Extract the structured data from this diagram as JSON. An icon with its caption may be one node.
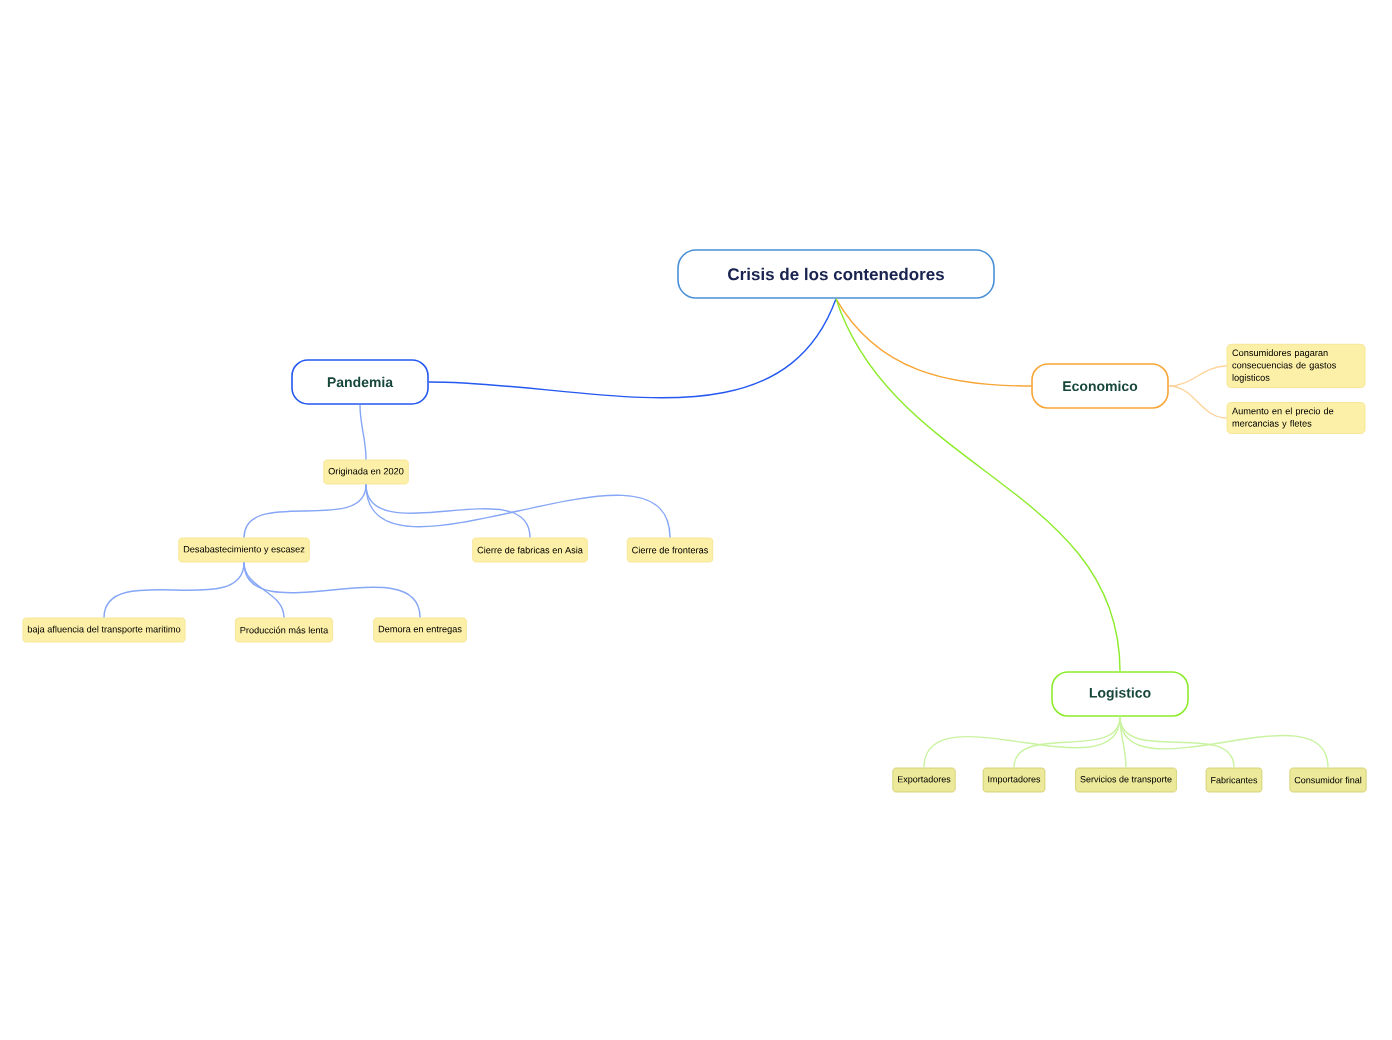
{
  "diagram": {
    "nodes": [
      {
        "text": [
          "Crisis de los contenedores"
        ]
      },
      {
        "text": [
          "Pandemia"
        ]
      },
      {
        "text": [
          "Economico"
        ]
      },
      {
        "text": [
          "Logistico"
        ]
      },
      {
        "text": [
          "Originada en 2020"
        ]
      },
      {
        "text": [
          "Desabastecimiento y escasez"
        ]
      },
      {
        "text": [
          "Cierre de fabricas en Asia"
        ]
      },
      {
        "text": [
          "Cierre de fronteras"
        ]
      },
      {
        "text": [
          "baja afluencia del transporte maritimo"
        ]
      },
      {
        "text": [
          "Producción más lenta"
        ]
      },
      {
        "text": [
          "Demora en entregas"
        ]
      },
      {
        "text": [
          "Consumidores pagaran consecuencias de gastos logisticos"
        ]
      },
      {
        "text": [
          "Aumento en el precio de mercancias y fletes"
        ]
      },
      {
        "text": [
          "Exportadores"
        ]
      },
      {
        "text": [
          "Importadores"
        ]
      },
      {
        "text": [
          "Servicios de transporte"
        ]
      },
      {
        "text": [
          "Fabricantes"
        ]
      },
      {
        "text": [
          "Consumidor final"
        ]
      }
    ],
    "edges": [
      {
        "from": 0,
        "to": 1,
        "arrow": "none",
        "color": "#2458f0"
      },
      {
        "from": 0,
        "to": 2,
        "arrow": "none",
        "color": "#f7a535"
      },
      {
        "from": 0,
        "to": 3,
        "arrow": "none",
        "color": "#8cec2a"
      },
      {
        "from": 1,
        "to": 4,
        "arrow": "none",
        "color": "#86a6f6"
      },
      {
        "from": 4,
        "to": 5,
        "arrow": "none",
        "color": "#86a6f6"
      },
      {
        "from": 4,
        "to": 6,
        "arrow": "none",
        "color": "#86a6f6"
      },
      {
        "from": 4,
        "to": 7,
        "arrow": "none",
        "color": "#86a6f6"
      },
      {
        "from": 5,
        "to": 8,
        "arrow": "none",
        "color": "#86a6f6"
      },
      {
        "from": 5,
        "to": 9,
        "arrow": "none",
        "color": "#86a6f6"
      },
      {
        "from": 5,
        "to": 10,
        "arrow": "none",
        "color": "#86a6f6"
      },
      {
        "from": 2,
        "to": 11,
        "arrow": "none",
        "color": "#fdd39b"
      },
      {
        "from": 2,
        "to": 12,
        "arrow": "none",
        "color": "#fdd39b"
      },
      {
        "from": 3,
        "to": 13,
        "arrow": "none",
        "color": "#c9f3a0"
      },
      {
        "from": 3,
        "to": 14,
        "arrow": "none",
        "color": "#c9f3a0"
      },
      {
        "from": 3,
        "to": 15,
        "arrow": "none",
        "color": "#c9f3a0"
      },
      {
        "from": 3,
        "to": 16,
        "arrow": "none",
        "color": "#c9f3a0"
      },
      {
        "from": 3,
        "to": 17,
        "arrow": "none",
        "color": "#c9f3a0"
      }
    ]
  }
}
